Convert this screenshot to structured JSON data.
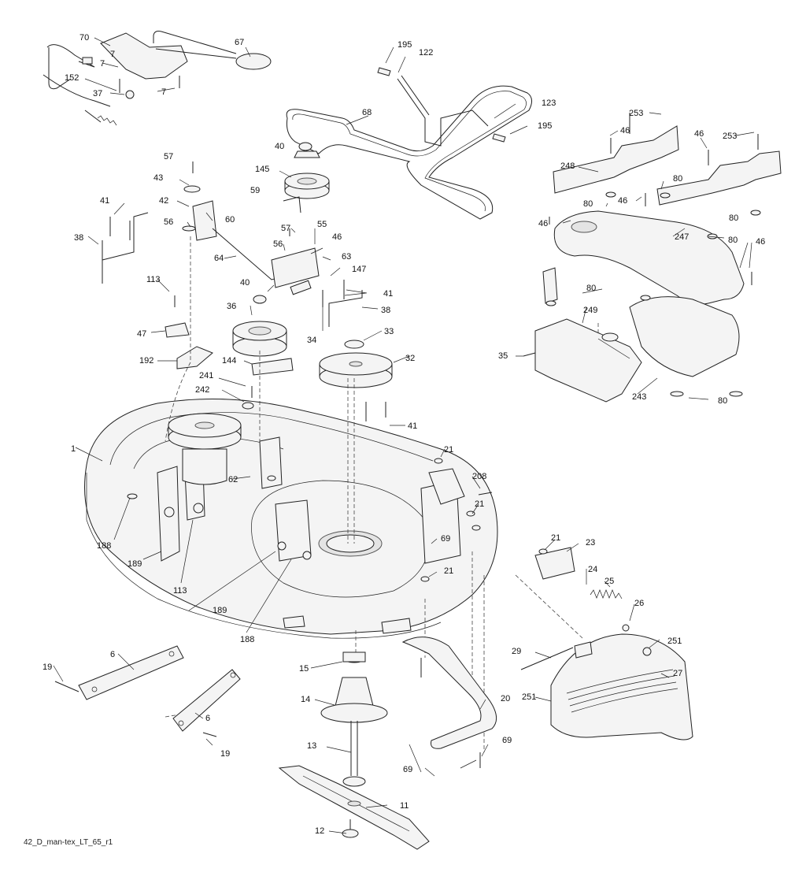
{
  "drawing_id": "42_D_man-tex_LT_65_r1",
  "part_labels": [
    "70",
    "67",
    "7",
    "7",
    "152",
    "37",
    "7",
    "195",
    "122",
    "68",
    "123",
    "195",
    "253",
    "46",
    "253",
    "46",
    "248",
    "80",
    "80",
    "46",
    "46",
    "247",
    "80",
    "80",
    "46",
    "80",
    "249",
    "35",
    "243",
    "80",
    "40",
    "145",
    "57",
    "43",
    "42",
    "59",
    "60",
    "56",
    "41",
    "38",
    "64",
    "57",
    "55",
    "46",
    "56",
    "63",
    "147",
    "41",
    "38",
    "40",
    "113",
    "34",
    "36",
    "47",
    "33",
    "144",
    "192",
    "32",
    "241",
    "242",
    "41",
    "21",
    "1",
    "208",
    "62",
    "21",
    "69",
    "188",
    "189",
    "113",
    "21",
    "21",
    "23",
    "24",
    "25",
    "189",
    "188",
    "26",
    "251",
    "29",
    "27",
    "6",
    "15",
    "19",
    "14",
    "6",
    "251",
    "20",
    "69",
    "19",
    "13",
    "69",
    "11",
    "12"
  ]
}
